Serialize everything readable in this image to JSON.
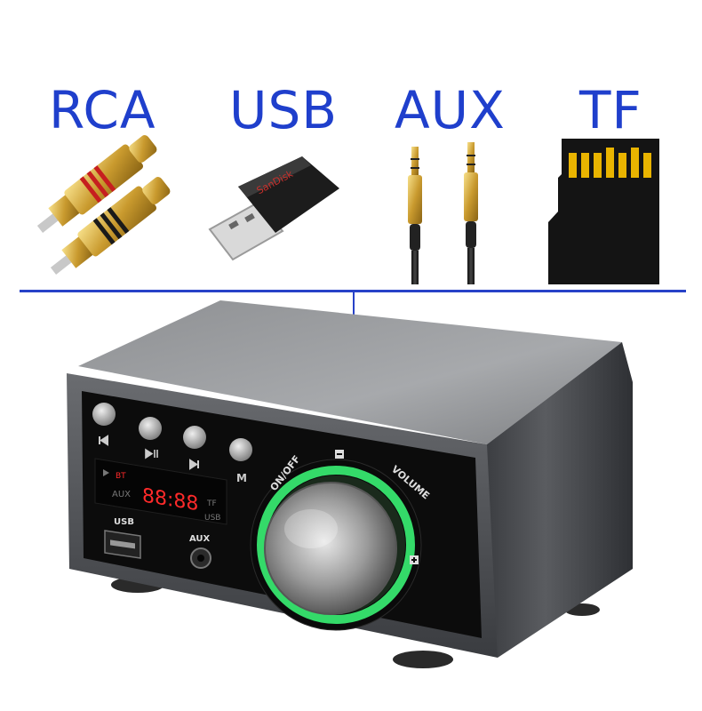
{
  "labels": {
    "rca": "RCA",
    "usb": "USB",
    "aux": "AUX",
    "tf": "TF"
  },
  "device": {
    "display_bt": "BT",
    "display_aux": "AUX",
    "display_digits": "88:88",
    "display_tf": "TF",
    "display_usb": "USB",
    "port_usb_label": "USB",
    "port_aux_label": "AUX",
    "mode_button_label": "M",
    "knob_on_off": "ON/OFF",
    "knob_volume": "VOLUME",
    "usb_stick_brand": "SanDisk"
  },
  "colors": {
    "label_blue": "#1f3fcc",
    "display_red": "#ff2a2a",
    "knob_glow": "#3cff7a"
  }
}
